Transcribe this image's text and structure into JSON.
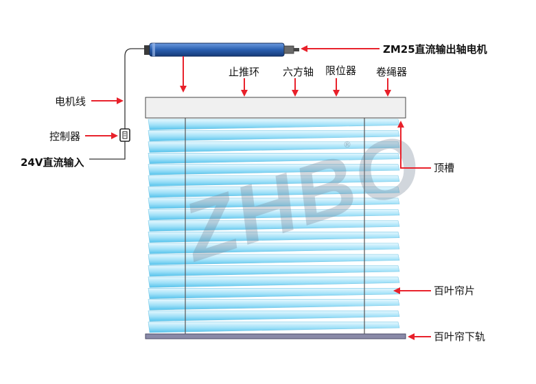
{
  "labels": {
    "motor": "ZM25直流输出轴电机",
    "stop_ring": "止推环",
    "hex_shaft": "六方轴",
    "limiter": "限位器",
    "reel": "卷绳器",
    "motor_wire": "电机线",
    "controller": "控制器",
    "power_input": "24V直流输入",
    "top_rail": "顶槽",
    "slats": "百叶帘片",
    "bottom_rail": "百叶帘下轨"
  },
  "watermark": {
    "text": "ZHBO",
    "mark": "®"
  },
  "colors": {
    "arrow": "#e8202a",
    "motor_body": "#2a5fb0",
    "slat_top": "#d8f4ff",
    "slat_bottom": "#5cc8ee",
    "rail_fill": "#f0f0f0",
    "bottom_rail": "#8a8aa8"
  },
  "slat_count": 19
}
